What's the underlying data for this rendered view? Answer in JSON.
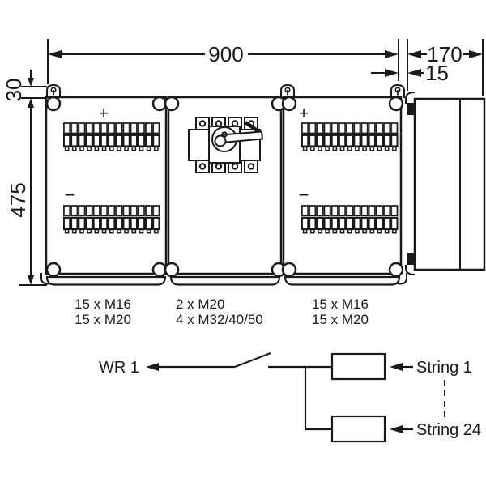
{
  "meta": {
    "type": "technical-drawing-enclosure"
  },
  "dimensions": {
    "width_mm": "900",
    "depth_mm": "170",
    "wall_offset_mm": "15",
    "lug_offset_mm": "30",
    "height_mm": "475"
  },
  "front_view": {
    "left_panel": {
      "plus": "+",
      "minus": "−"
    },
    "right_panel": {
      "plus": "+",
      "minus": "−"
    }
  },
  "cable_glands": {
    "left": {
      "line1": "15 x M16",
      "line2": "15 x M20"
    },
    "middle": {
      "line1": "2 x M20",
      "line2": "4 x M32/40/50"
    },
    "right": {
      "line1": "15 x M16",
      "line2": "15 x M20"
    }
  },
  "schematic": {
    "output_label": "WR 1",
    "input_first": "String 1",
    "input_last": "String 24"
  },
  "colors": {
    "line": "#1a1a1a",
    "background": "#ffffff"
  }
}
